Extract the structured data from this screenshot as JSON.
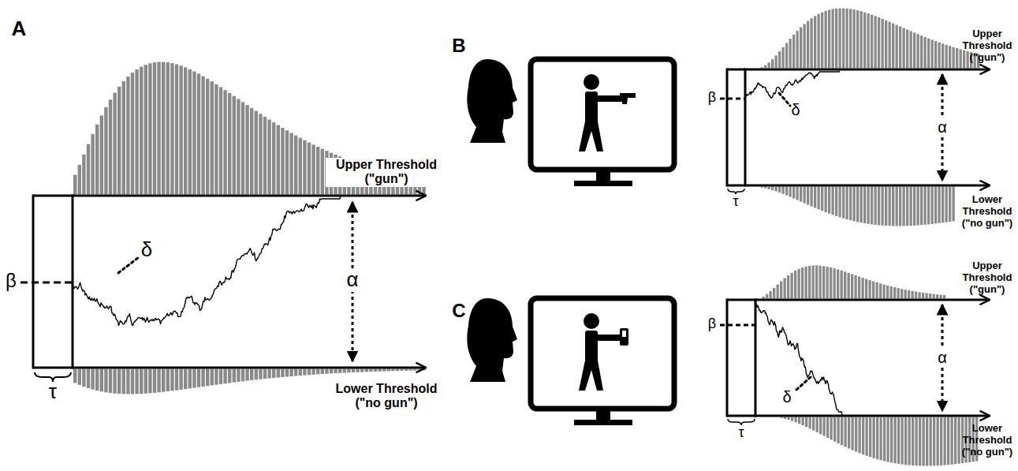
{
  "diagram": {
    "labels": [
      "A",
      "Upper Threshold (\"gun\")",
      "β",
      "δ",
      "α",
      "τ",
      "Lower Threshold (\"no gun\")",
      "B",
      "β",
      "δ",
      "Upper Threshold (\"gun\")",
      "α",
      "τ",
      "Lower Threshold (\"no gun\")",
      "C",
      "Upper Threshold (\"gun\")",
      "β",
      "α",
      "δ",
      "τ",
      "Lower Threshold (\"no gun\")"
    ]
  }
}
